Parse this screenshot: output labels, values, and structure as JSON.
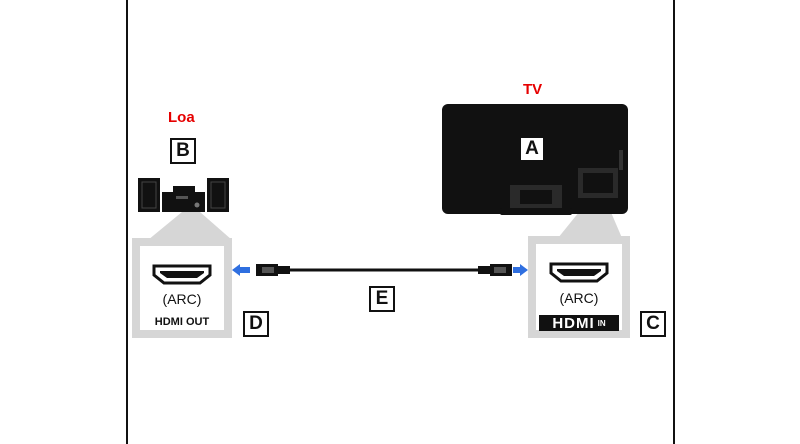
{
  "labels": {
    "speaker_title": "Loa",
    "tv_title": "TV",
    "tv_box": "A",
    "speaker_box": "B",
    "tv_port_box": "C",
    "speaker_port_box": "D",
    "cable_box": "E"
  },
  "speaker_port": {
    "arc": "(ARC)",
    "name": "HDMI OUT"
  },
  "tv_port": {
    "arc": "(ARC)",
    "logo": "HDMI",
    "logo_sub": "IN"
  },
  "colors": {
    "label_red": "#e60000",
    "arrow_blue": "#2f6fe0",
    "panel_gray": "#d6d6d6",
    "device_black": "#111111"
  }
}
